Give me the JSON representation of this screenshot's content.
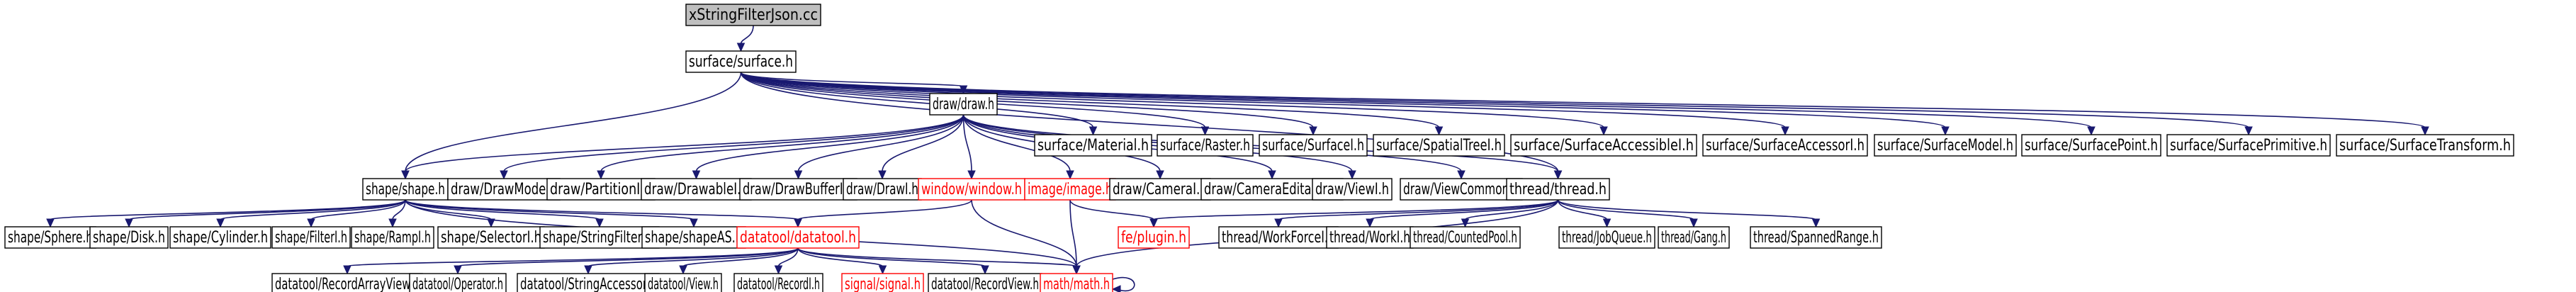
{
  "graph": {
    "colors": {
      "edge": "#191970",
      "border_default": "#000000",
      "border_external": "#ff0000",
      "fill_root": "#bfbfbf",
      "fill_default": "#ffffff",
      "text_default": "#000000",
      "text_external": "#ff0000"
    },
    "nodes": [
      {
        "id": "root",
        "label": "xStringFilterJson.cc",
        "style": "root"
      },
      {
        "id": "surface",
        "label": "surface/surface.h",
        "style": "default"
      },
      {
        "id": "drawh",
        "label": "draw/draw.h",
        "style": "default"
      },
      {
        "id": "sMaterial",
        "label": "surface/Material.h",
        "style": "default"
      },
      {
        "id": "sRaster",
        "label": "surface/Raster.h",
        "style": "default"
      },
      {
        "id": "sSurfaceI",
        "label": "surface/SurfaceI.h",
        "style": "default"
      },
      {
        "id": "sSpatial",
        "label": "surface/SpatialTreeI.h",
        "style": "default"
      },
      {
        "id": "sAccessibleI",
        "label": "surface/SurfaceAccessibleI.h",
        "style": "default"
      },
      {
        "id": "sAccessorI",
        "label": "surface/SurfaceAccessorI.h",
        "style": "default"
      },
      {
        "id": "sModel",
        "label": "surface/SurfaceModel.h",
        "style": "default"
      },
      {
        "id": "sPoint",
        "label": "surface/SurfacePoint.h",
        "style": "default"
      },
      {
        "id": "sPrimitive",
        "label": "surface/SurfacePrimitive.h",
        "style": "default"
      },
      {
        "id": "sTransform",
        "label": "surface/SurfaceTransform.h",
        "style": "default"
      },
      {
        "id": "shape",
        "label": "shape/shape.h",
        "style": "default"
      },
      {
        "id": "dDrawMode",
        "label": "draw/DrawMode.h",
        "style": "default"
      },
      {
        "id": "dPartition",
        "label": "draw/PartitionI.h",
        "style": "default"
      },
      {
        "id": "dDrawable",
        "label": "draw/DrawableI.h",
        "style": "default"
      },
      {
        "id": "dBuffer",
        "label": "draw/DrawBufferI.h",
        "style": "default"
      },
      {
        "id": "dDrawI",
        "label": "draw/DrawI.h",
        "style": "default"
      },
      {
        "id": "window",
        "label": "window/window.h",
        "style": "external"
      },
      {
        "id": "image",
        "label": "image/image.h",
        "style": "external"
      },
      {
        "id": "dCamera",
        "label": "draw/CameraI.h",
        "style": "default"
      },
      {
        "id": "dCamEdit",
        "label": "draw/CameraEditable.h",
        "style": "default"
      },
      {
        "id": "dView",
        "label": "draw/ViewI.h",
        "style": "default"
      },
      {
        "id": "dViewCommon",
        "label": "draw/ViewCommon.h",
        "style": "default"
      },
      {
        "id": "thread",
        "label": "thread/thread.h",
        "style": "default"
      },
      {
        "id": "shSphere",
        "label": "shape/Sphere.h",
        "style": "default"
      },
      {
        "id": "shDisk",
        "label": "shape/Disk.h",
        "style": "default"
      },
      {
        "id": "shCylinder",
        "label": "shape/Cylinder.h",
        "style": "default"
      },
      {
        "id": "shFilter",
        "label": "shape/FilterI.h",
        "style": "default"
      },
      {
        "id": "shRamp",
        "label": "shape/RampI.h",
        "style": "default"
      },
      {
        "id": "shSelector",
        "label": "shape/SelectorI.h",
        "style": "default"
      },
      {
        "id": "shStrFilter",
        "label": "shape/StringFilterI.h",
        "style": "default"
      },
      {
        "id": "shShapeAS",
        "label": "shape/shapeAS.h",
        "style": "default"
      },
      {
        "id": "datatool",
        "label": "datatool/datatool.h",
        "style": "external"
      },
      {
        "id": "fePlugin",
        "label": "fe/plugin.h",
        "style": "external"
      },
      {
        "id": "tWorkForce",
        "label": "thread/WorkForceI.h",
        "style": "default"
      },
      {
        "id": "tWorkI",
        "label": "thread/WorkI.h",
        "style": "default"
      },
      {
        "id": "tCounted",
        "label": "thread/CountedPool.h",
        "style": "default"
      },
      {
        "id": "tJobQueue",
        "label": "thread/JobQueue.h",
        "style": "default"
      },
      {
        "id": "tGang",
        "label": "thread/Gang.h",
        "style": "default"
      },
      {
        "id": "tSpanned",
        "label": "thread/SpannedRange.h",
        "style": "default"
      },
      {
        "id": "dtRecArrView",
        "label": "datatool/RecordArrayView.h",
        "style": "default"
      },
      {
        "id": "dtOperator",
        "label": "datatool/Operator.h",
        "style": "default"
      },
      {
        "id": "dtStrAccess",
        "label": "datatool/StringAccessor.h",
        "style": "default"
      },
      {
        "id": "dtView",
        "label": "datatool/View.h",
        "style": "default"
      },
      {
        "id": "dtRecordI",
        "label": "datatool/RecordI.h",
        "style": "default"
      },
      {
        "id": "signal",
        "label": "signal/signal.h",
        "style": "external"
      },
      {
        "id": "dtRecView",
        "label": "datatool/RecordView.h",
        "style": "default"
      },
      {
        "id": "math",
        "label": "math/math.h",
        "style": "external"
      }
    ],
    "edges": [
      [
        "root",
        "surface"
      ],
      [
        "surface",
        "drawh"
      ],
      [
        "surface",
        "sMaterial"
      ],
      [
        "surface",
        "sRaster"
      ],
      [
        "surface",
        "sSurfaceI"
      ],
      [
        "surface",
        "sSpatial"
      ],
      [
        "surface",
        "sAccessibleI"
      ],
      [
        "surface",
        "sAccessorI"
      ],
      [
        "surface",
        "sModel"
      ],
      [
        "surface",
        "sPoint"
      ],
      [
        "surface",
        "sPrimitive"
      ],
      [
        "surface",
        "sTransform"
      ],
      [
        "surface",
        "shape"
      ],
      [
        "surface",
        "thread"
      ],
      [
        "drawh",
        "shape"
      ],
      [
        "drawh",
        "dDrawMode"
      ],
      [
        "drawh",
        "dPartition"
      ],
      [
        "drawh",
        "dDrawable"
      ],
      [
        "drawh",
        "dBuffer"
      ],
      [
        "drawh",
        "dDrawI"
      ],
      [
        "drawh",
        "window"
      ],
      [
        "drawh",
        "image"
      ],
      [
        "drawh",
        "dCamera"
      ],
      [
        "drawh",
        "dCamEdit"
      ],
      [
        "drawh",
        "dView"
      ],
      [
        "drawh",
        "dViewCommon"
      ],
      [
        "drawh",
        "thread"
      ],
      [
        "shape",
        "shSphere"
      ],
      [
        "shape",
        "shDisk"
      ],
      [
        "shape",
        "shCylinder"
      ],
      [
        "shape",
        "shFilter"
      ],
      [
        "shape",
        "shRamp"
      ],
      [
        "shape",
        "shSelector"
      ],
      [
        "shape",
        "shStrFilter"
      ],
      [
        "shape",
        "shShapeAS"
      ],
      [
        "shape",
        "datatool"
      ],
      [
        "shape",
        "math"
      ],
      [
        "window",
        "datatool"
      ],
      [
        "window",
        "math"
      ],
      [
        "image",
        "fePlugin"
      ],
      [
        "image",
        "math"
      ],
      [
        "thread",
        "fePlugin"
      ],
      [
        "thread",
        "tWorkForce"
      ],
      [
        "thread",
        "tWorkI"
      ],
      [
        "thread",
        "tCounted"
      ],
      [
        "thread",
        "tJobQueue"
      ],
      [
        "thread",
        "tGang"
      ],
      [
        "thread",
        "tSpanned"
      ],
      [
        "thread",
        "math"
      ],
      [
        "datatool",
        "dtRecArrView"
      ],
      [
        "datatool",
        "dtOperator"
      ],
      [
        "datatool",
        "dtStrAccess"
      ],
      [
        "datatool",
        "dtView"
      ],
      [
        "datatool",
        "dtRecordI"
      ],
      [
        "datatool",
        "signal"
      ],
      [
        "datatool",
        "dtRecView"
      ],
      [
        "datatool",
        "math"
      ],
      [
        "math",
        "math"
      ]
    ]
  }
}
